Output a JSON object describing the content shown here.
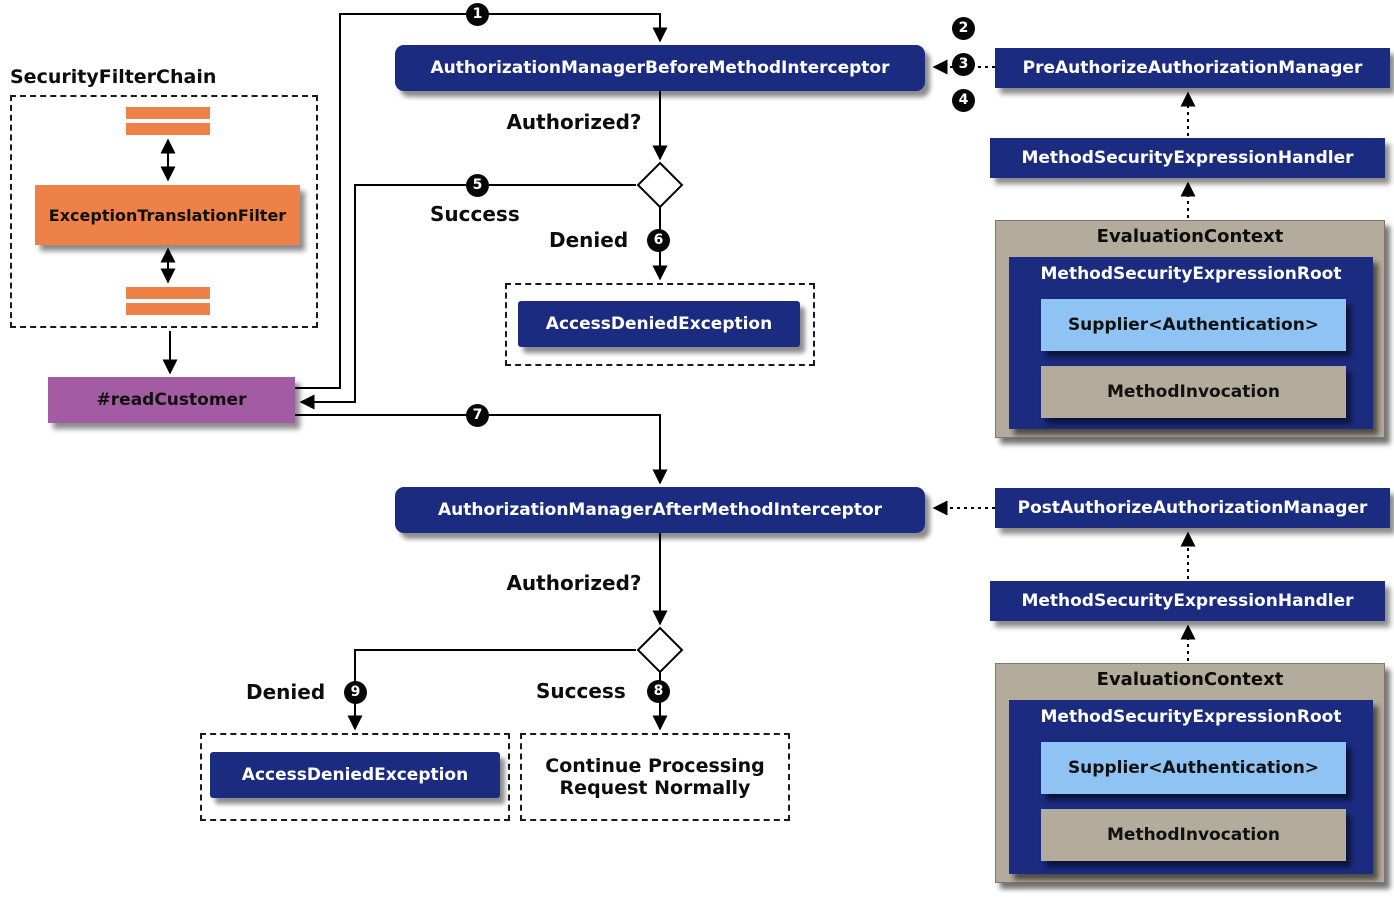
{
  "colors": {
    "navy": "#1b2b80",
    "orange": "#ed8147",
    "purple": "#a35ba3",
    "light_blue": "#8fc3f3",
    "tan": "#b3ab9c",
    "line": "#000000"
  },
  "filter_chain": {
    "title": "SecurityFilterChain",
    "exception_translation_filter": "ExceptionTranslationFilter"
  },
  "method": {
    "label": "#readCustomer"
  },
  "flow": {
    "before_interceptor": "AuthorizationManagerBeforeMethodInterceptor",
    "after_interceptor": "AuthorizationManagerAfterMethodInterceptor",
    "authorized_q1": "Authorized?",
    "authorized_q2": "Authorized?",
    "success1": "Success",
    "denied1": "Denied",
    "success2": "Success",
    "denied2": "Denied",
    "access_denied_exception1": "AccessDeniedException",
    "access_denied_exception2": "AccessDeniedException",
    "continue_processing": "Continue Processing Request Normally"
  },
  "steps": [
    "1",
    "2",
    "3",
    "4",
    "5",
    "6",
    "7",
    "8",
    "9"
  ],
  "pre": {
    "manager": "PreAuthorizeAuthorizationManager",
    "handler": "MethodSecurityExpressionHandler",
    "context": {
      "title": "EvaluationContext",
      "root": "MethodSecurityExpressionRoot",
      "supplier": "Supplier<Authentication>",
      "invocation": "MethodInvocation"
    }
  },
  "post": {
    "manager": "PostAuthorizeAuthorizationManager",
    "handler": "MethodSecurityExpressionHandler",
    "context": {
      "title": "EvaluationContext",
      "root": "MethodSecurityExpressionRoot",
      "supplier": "Supplier<Authentication>",
      "invocation": "MethodInvocation"
    }
  }
}
